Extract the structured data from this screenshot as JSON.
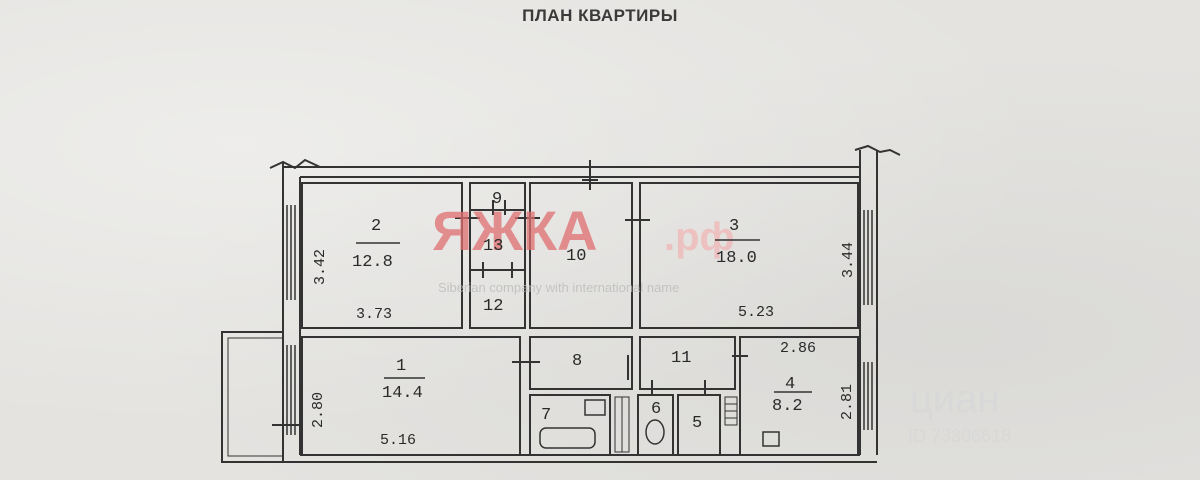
{
  "title": "ПЛАН КВАРТИРЫ",
  "rooms": [
    {
      "no": "1",
      "area": "14.4",
      "width": "5.16",
      "depth": "2.80"
    },
    {
      "no": "2",
      "area": "12.8",
      "width": "3.73",
      "depth": "3.42"
    },
    {
      "no": "3",
      "area": "18.0",
      "width": "5.23",
      "depth": "3.44"
    },
    {
      "no": "4",
      "area": "8.2",
      "width": "2.86",
      "depth": "2.81"
    }
  ],
  "auxiliary_numbers": [
    "5",
    "6",
    "7",
    "8",
    "9",
    "10",
    "11",
    "12",
    "13"
  ],
  "watermark": {
    "logo_text": "ЯЖКА",
    "logo_suffix": ".рф",
    "subtitle": "Siberian company with international name",
    "cian_text": "циан",
    "cian_id": "ID 73306618",
    "logo_color": "#e06e70"
  }
}
